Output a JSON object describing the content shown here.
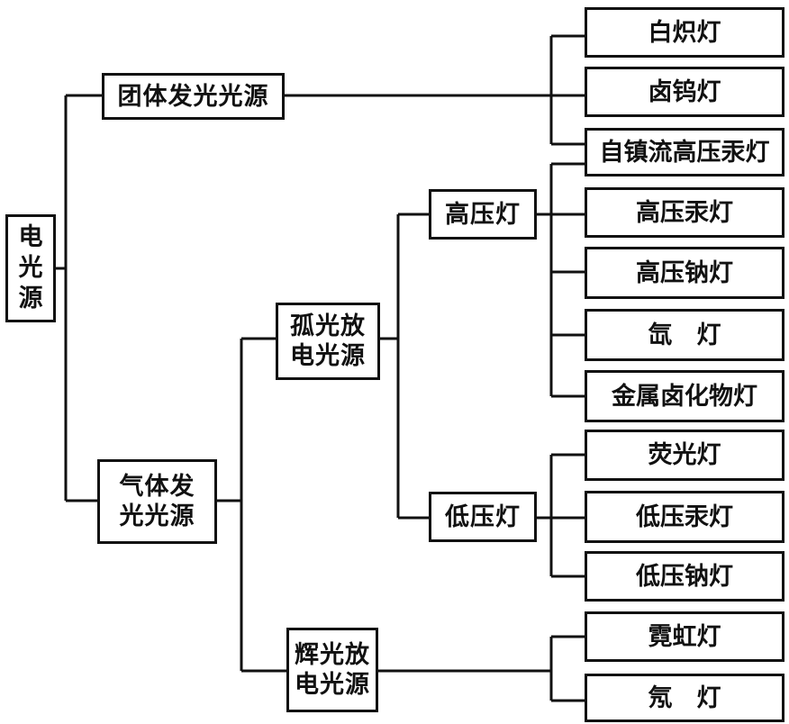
{
  "nodes": {
    "root": "电光源",
    "solid": "团体发光光源",
    "gas": "气体发光光源",
    "arc": "孤光放电光源",
    "glow": "辉光放电光源",
    "high": "高压灯",
    "low": "低压灯"
  },
  "leaves": {
    "incandescent": "白炽灯",
    "halogen": "卤钨灯",
    "self_ballast": "自镇流高压汞灯",
    "hp_mercury": "高压汞灯",
    "hp_sodium": "高压钠灯",
    "xenon": "氙　灯",
    "metal_halide": "金属卤化物灯",
    "fluorescent": "荧光灯",
    "lp_mercury": "低压汞灯",
    "lp_sodium": "低压钠灯",
    "neon": "霓虹灯",
    "argon": "氖　灯"
  }
}
